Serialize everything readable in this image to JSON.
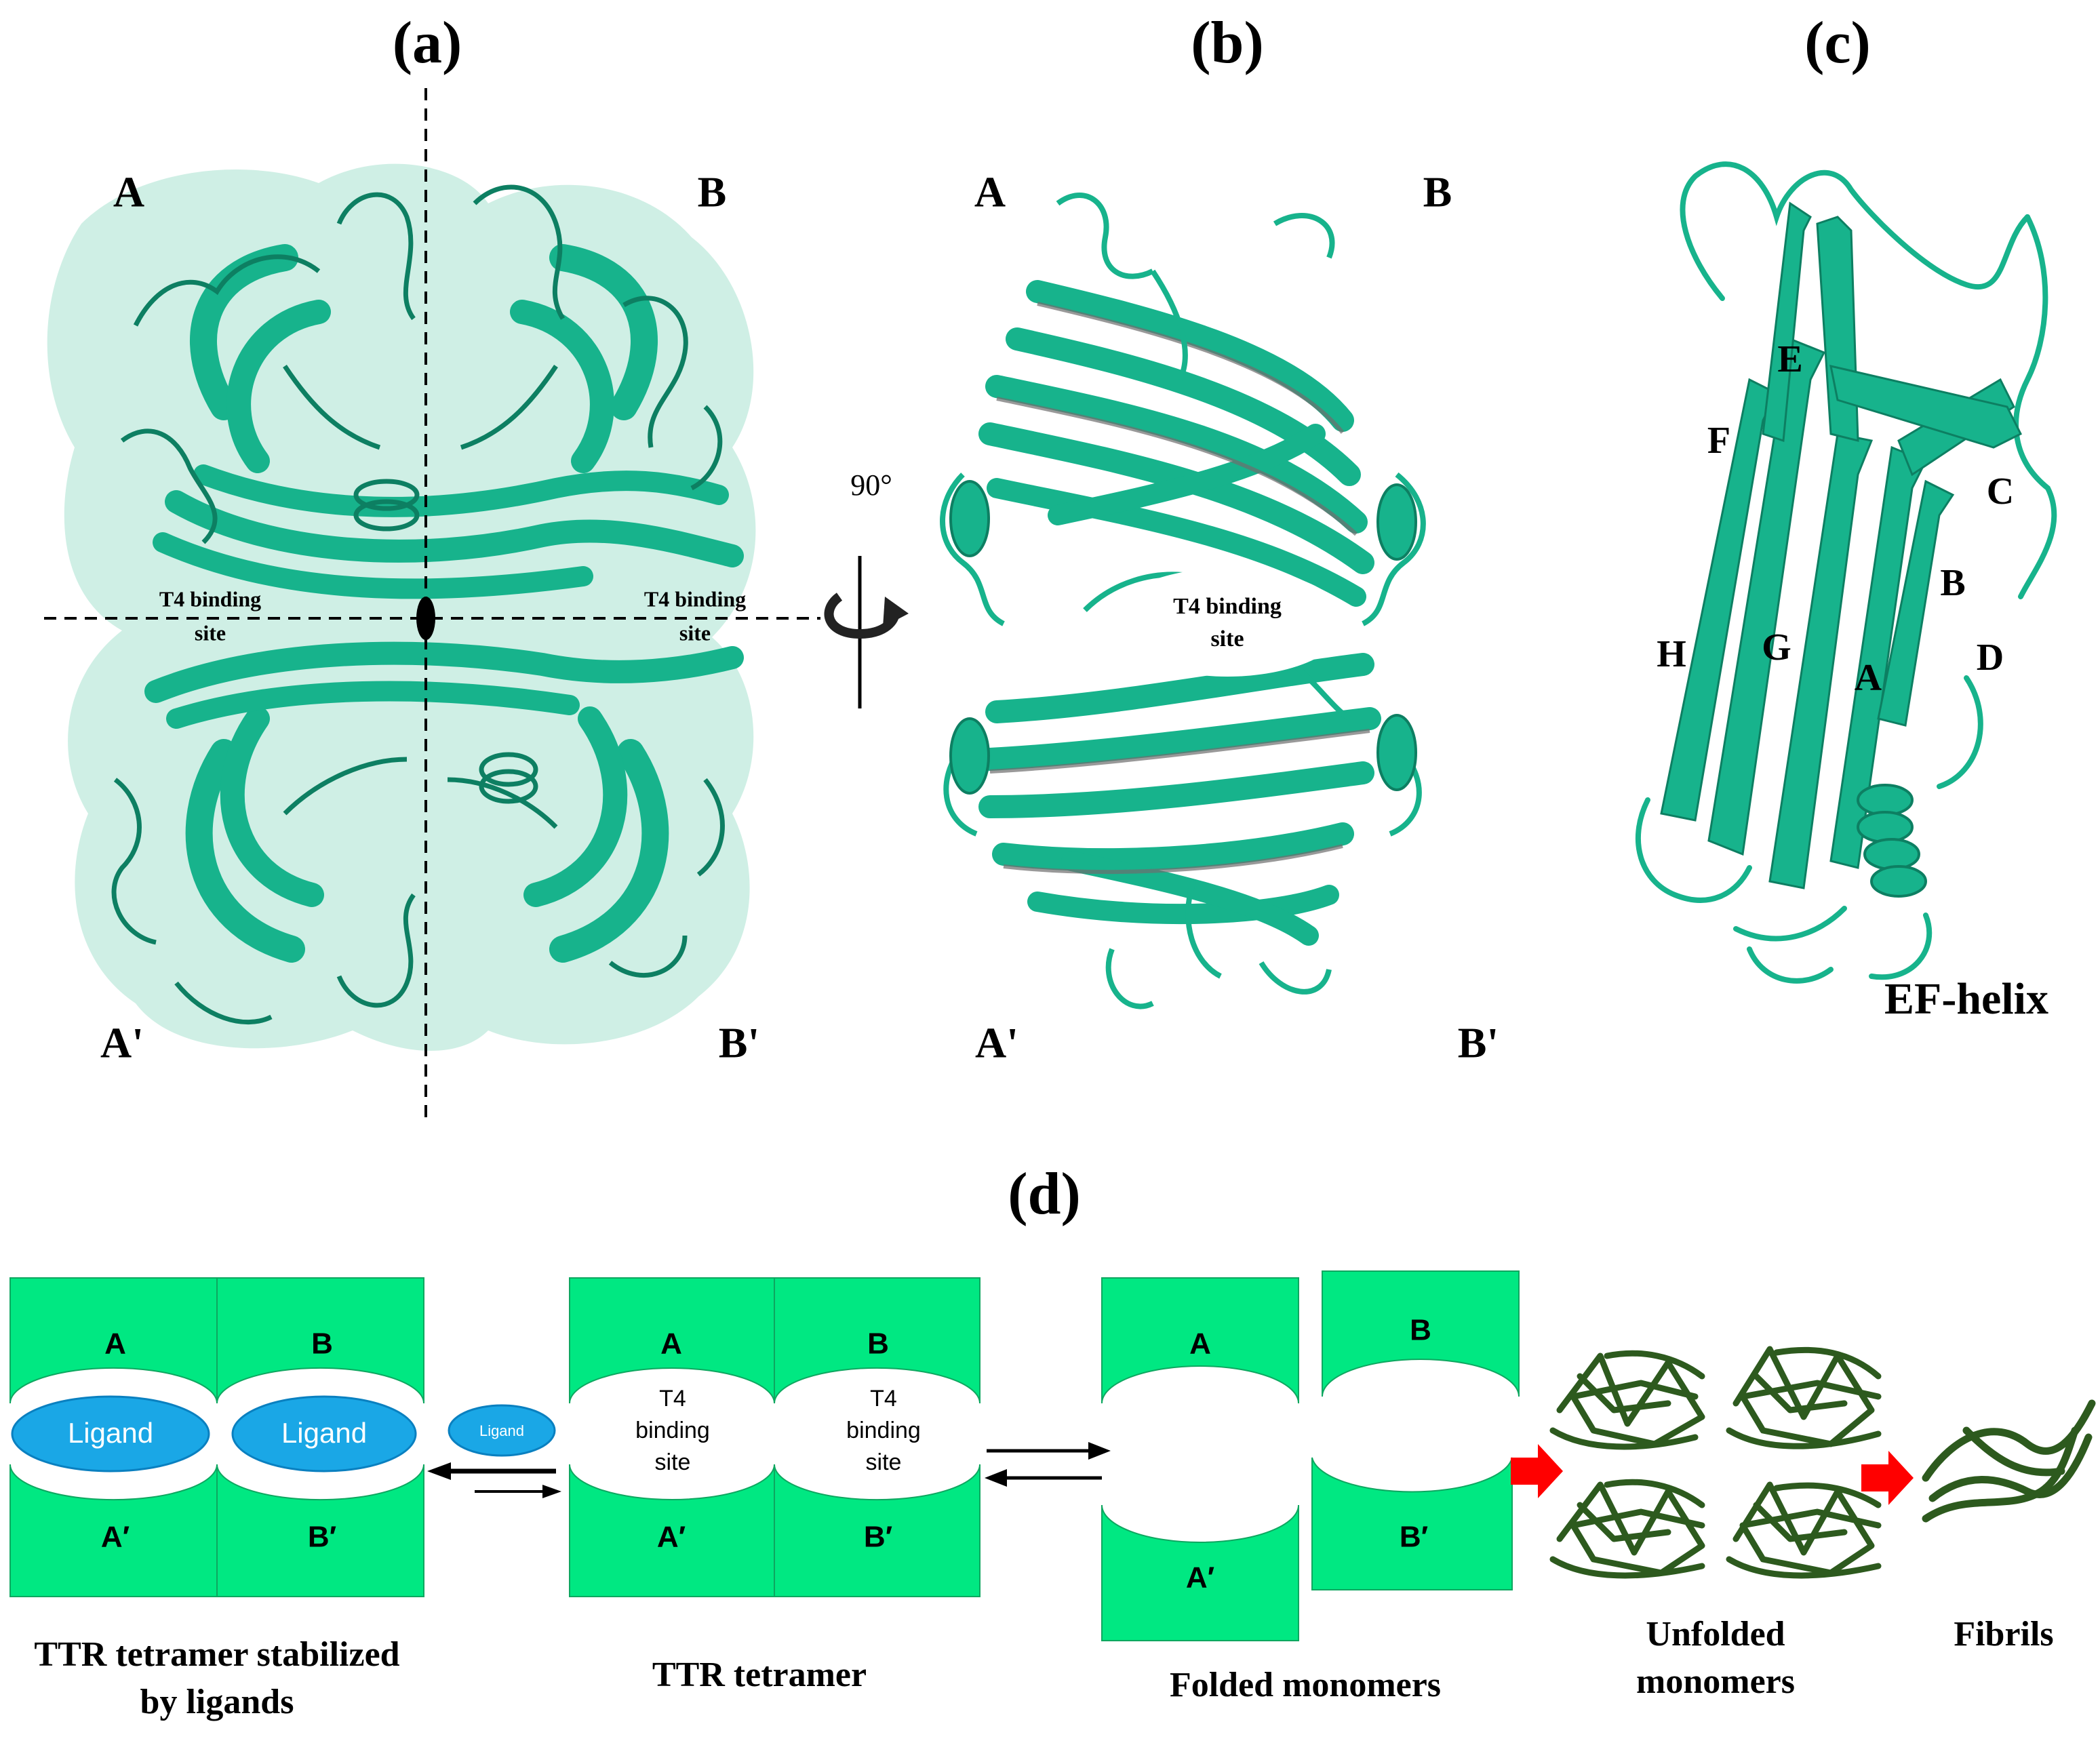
{
  "panel_labels": {
    "a": "(a)",
    "b": "(b)",
    "c": "(c)",
    "d": "(d)"
  },
  "panel_a": {
    "subunits": {
      "top_left": "A",
      "top_right": "B",
      "bottom_left": "A'",
      "bottom_right": "B'"
    },
    "site_left": [
      "T4 binding",
      "site"
    ],
    "site_right": [
      "T4 binding",
      "site"
    ]
  },
  "rotation_label": "90°",
  "panel_b": {
    "subunits": {
      "top_left": "A",
      "top_right": "B",
      "bottom_left": "A'",
      "bottom_right": "B'"
    },
    "site": [
      "T4 binding",
      "site"
    ]
  },
  "panel_c": {
    "strands": [
      "E",
      "F",
      "C",
      "B",
      "H",
      "G",
      "A",
      "D"
    ],
    "helix_label": "EF-helix"
  },
  "scheme": {
    "stabilized": {
      "subunits": [
        "A",
        "B",
        "A′",
        "B′"
      ],
      "ligand": "Ligand",
      "caption": [
        "TTR tetramer stabilized",
        "by ligands"
      ]
    },
    "free_ligand": "Ligand",
    "tetramer": {
      "subunits": [
        "A",
        "B",
        "A′",
        "B′"
      ],
      "site": [
        "T4",
        "binding",
        "site"
      ],
      "caption": "TTR tetramer"
    },
    "monomers": {
      "subunits": [
        "A",
        "B",
        "A′",
        "B′"
      ],
      "caption": "Folded monomers"
    },
    "unfolded_caption": [
      "Unfolded",
      "monomers"
    ],
    "fibrils_caption": "Fibrils"
  },
  "colors": {
    "ribbon": "#17b38c",
    "ribbon_dark": "#0d7f62",
    "surface": "#bfe9dc",
    "block": "#00e882",
    "ligand": "#1aa7e6",
    "aggregate": "#2d5a1e",
    "arrow_red": "#ff0000"
  }
}
